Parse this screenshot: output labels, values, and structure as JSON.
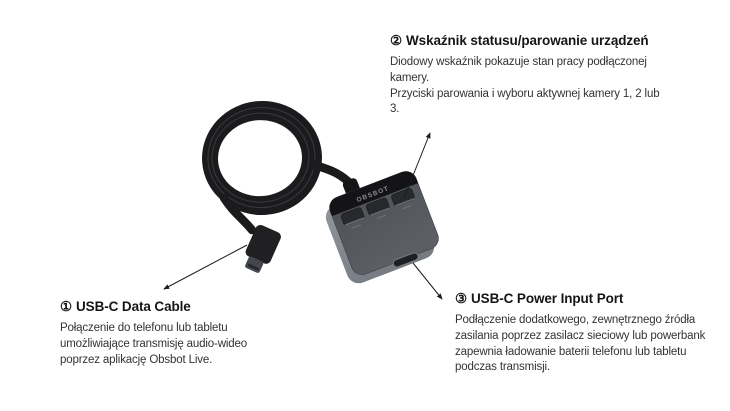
{
  "figure": {
    "background": "#ffffff",
    "kind": "product-annotation-diagram"
  },
  "device": {
    "brand": "OBSBOT",
    "colors": {
      "cable": "#1b1b1d",
      "body_front": "#53565c",
      "body_side": "#8a8f96",
      "top_strip": "#141417",
      "button": "#27292d",
      "port": "#1e2023",
      "connector_tip": "#43464b"
    }
  },
  "callouts": [
    {
      "number": "①",
      "title": "USB-C Data Cable",
      "lines": [
        "Połączenie do telefonu lub tabletu",
        "umożliwiające transmisję audio-wideo",
        "poprzez aplikację Obsbot Live."
      ]
    },
    {
      "number": "②",
      "title": "Wskaźnik statusu/parowanie urządzeń",
      "lines": [
        "Diodowy wskaźnik pokazuje stan pracy podłączonej",
        "kamery.",
        "Przyciski parowania i wyboru aktywnej kamery 1, 2 lub",
        "3."
      ]
    },
    {
      "number": "③",
      "title": "USB-C Power Input Port",
      "lines": [
        "Podłączenie dodatkowego, zewnętrznego źródła",
        "zasilania poprzez zasilacz sieciowy lub powerbank",
        "zapewnia ładowanie baterii telefonu lub tabletu",
        "podczas transmisji."
      ]
    }
  ]
}
